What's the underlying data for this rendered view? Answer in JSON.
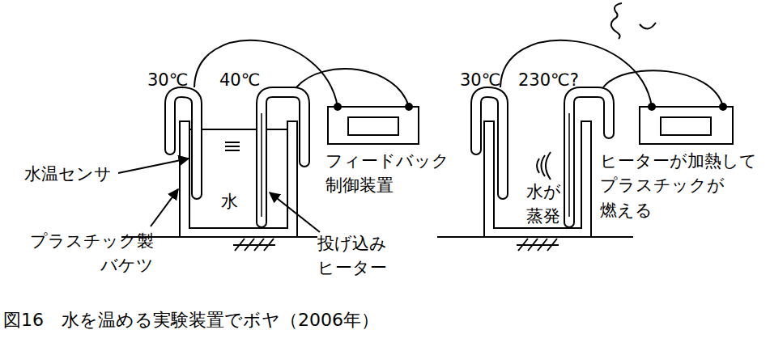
{
  "diagram": {
    "caption": "図16　水を温める実験装置でボヤ（2006年）",
    "labels": [
      "30℃",
      "40℃",
      "水温センサ",
      "水",
      "フィードバック 制御装置",
      "投げ込み ヒーター",
      "プラスチック製 バケツ",
      "30℃",
      "230℃?",
      "水が 蒸発",
      "ヒーターが加熱して プラスチックが 燃える"
    ]
  }
}
